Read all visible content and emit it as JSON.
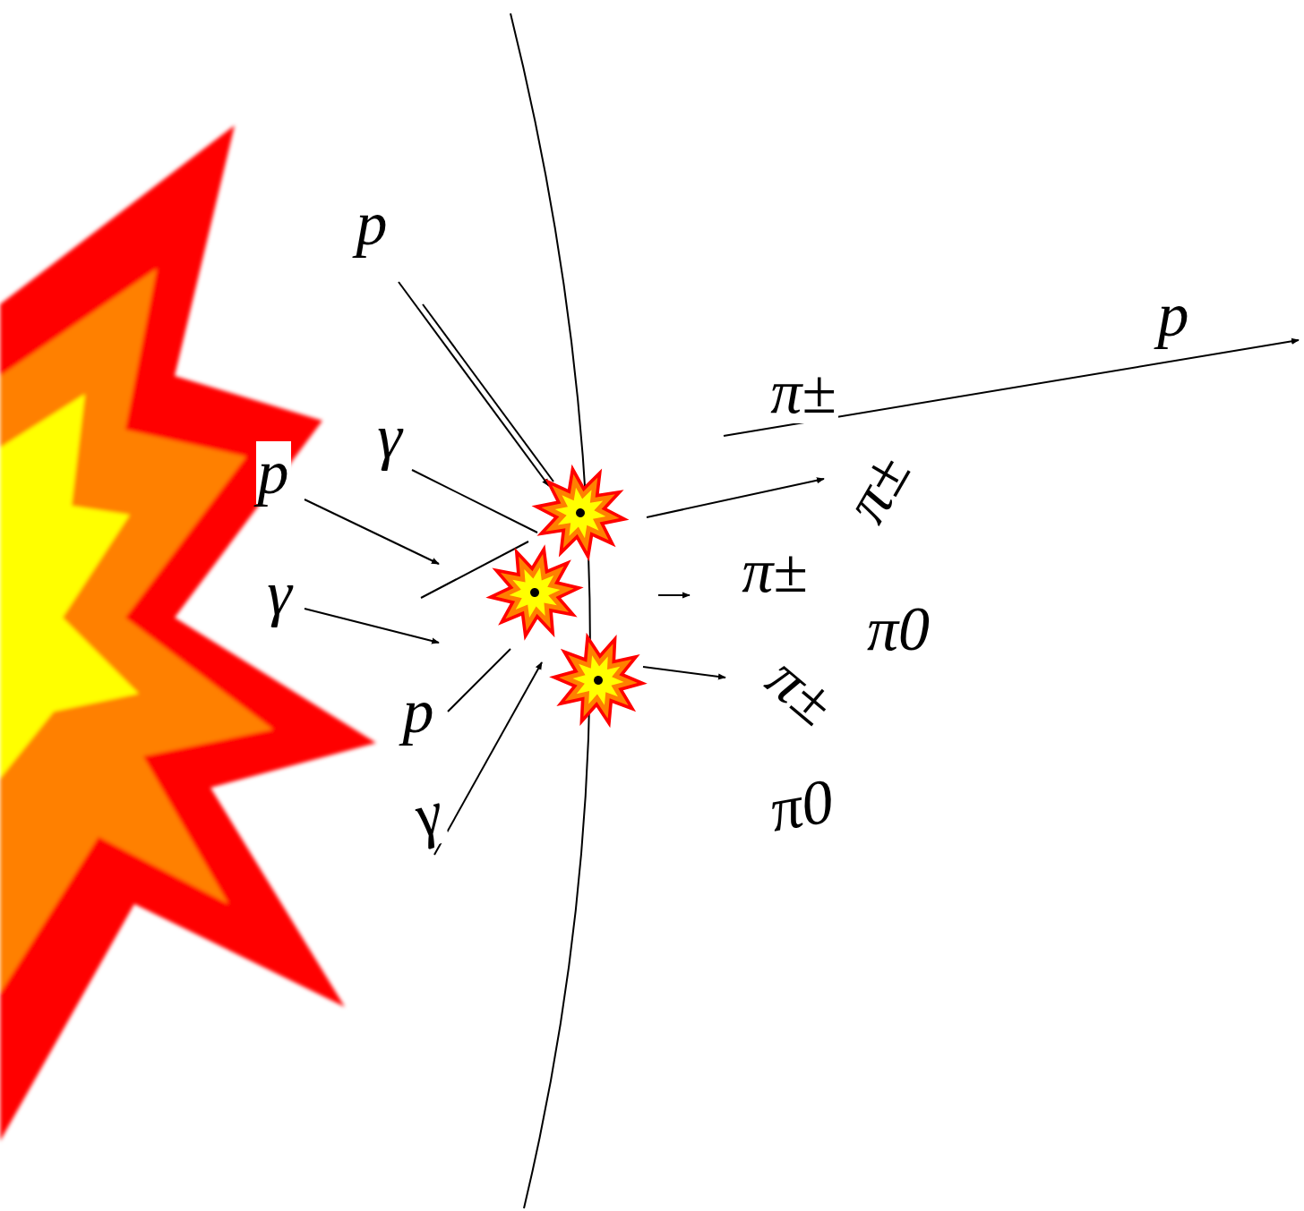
{
  "diagram": {
    "labels": [
      "p",
      "p",
      "π±",
      "γ",
      "π±",
      "p",
      "π±",
      "γ",
      "π0",
      "π±",
      "p",
      "γ",
      "π0"
    ]
  }
}
